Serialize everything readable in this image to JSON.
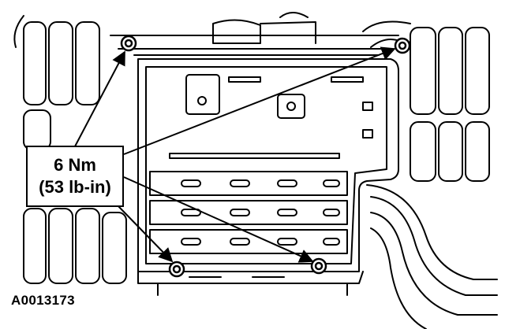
{
  "callout": {
    "torque_nm": "6 Nm",
    "torque_lbin": "(53 lb-in)"
  },
  "figure_id": "A0013173",
  "fasteners": [
    "top-left-bolt",
    "top-right-bolt",
    "bottom-left-bolt",
    "bottom-right-bolt"
  ]
}
